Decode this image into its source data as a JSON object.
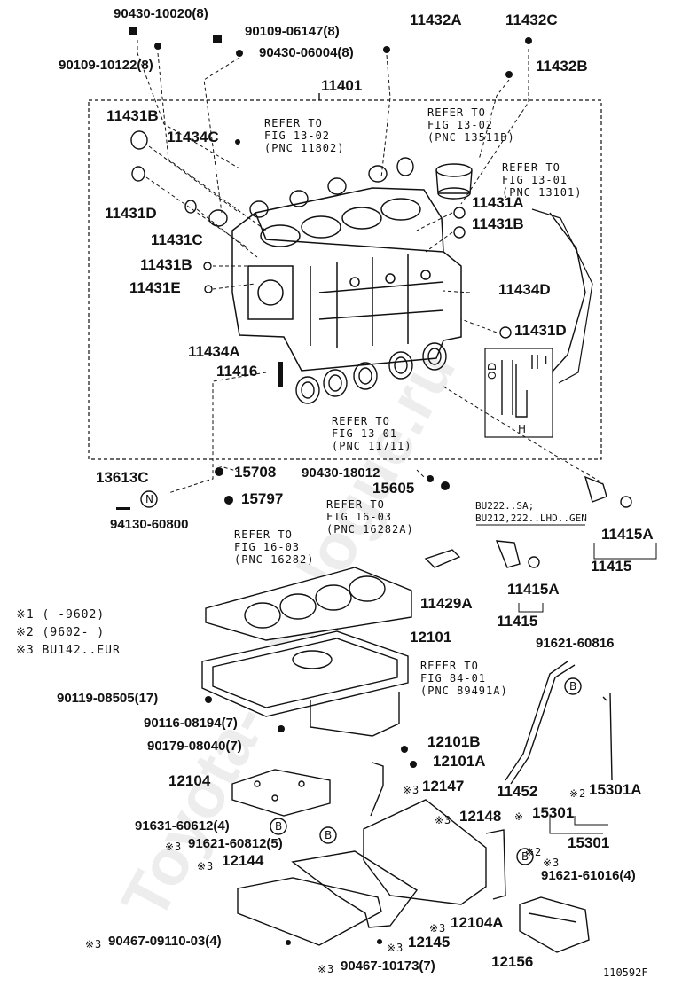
{
  "watermark": "Toyota-Catalogue.ru",
  "diagram_code": "110592F",
  "labels": {
    "l90430_10020": "90430-10020(8)",
    "l90109_06147": "90109-06147(8)",
    "l11432A": "11432A",
    "l11432C": "11432C",
    "l90109_10122": "90109-10122(8)",
    "l90430_06004": "90430-06004(8)",
    "l11432B": "11432B",
    "l11401": "11401",
    "l11431B_top": "11431B",
    "l11434C": "11434C",
    "l11431D_left": "11431D",
    "l11431C": "11431C",
    "l11431B_mid": "11431B",
    "l11431E": "11431E",
    "l11431A": "11431A",
    "l11431B_right": "11431B",
    "l11434D": "11434D",
    "l11431D_right": "11431D",
    "l11434A": "11434A",
    "l11416": "11416",
    "l13613C": "13613C",
    "l15708": "15708",
    "l90430_18012": "90430-18012",
    "l15605": "15605",
    "l15797": "15797",
    "l94130_60800": "94130-60800",
    "l11415A_r": "11415A",
    "l11415_r": "11415",
    "l11415A_m": "11415A",
    "l11415_m": "11415",
    "l11429A": "11429A",
    "l12101": "12101",
    "l91621_60816": "91621-60816",
    "l90119_08505": "90119-08505(17)",
    "l90116_08194": "90116-08194(7)",
    "l90179_08040": "90179-08040(7)",
    "l12101B": "12101B",
    "l12101A": "12101A",
    "l12104": "12104",
    "l12147": "12147",
    "l11452": "11452",
    "l15301A": "15301A",
    "l91631_60612": "91631-60612(4)",
    "l12148": "12148",
    "l15301_a": "15301",
    "l91621_60812": "91621-60812(5)",
    "l15301_b": "15301",
    "l12144": "12144",
    "l91621_61016": "91621-61016(4)",
    "l12104A": "12104A",
    "l90467_09110": "90467-09110-03(4)",
    "l12145": "12145",
    "l12156": "12156",
    "l90467_10173": "90467-10173(7)"
  },
  "marks": {
    "note3": "※3",
    "note2": "※2",
    "note_star": "※",
    "circle_b": "B",
    "circle_n": "N",
    "od": "OD",
    "t": "T",
    "h": "H"
  },
  "refs": {
    "r1_a": "REFER TO",
    "r1_b": "FIG 13-02",
    "r1_c": "(PNC 11802)",
    "r2_a": "REFER TO",
    "r2_b": "FIG 13-02",
    "r2_c": "(PNC 13511B)",
    "r3_a": "REFER TO",
    "r3_b": "FIG 13-01",
    "r3_c": "(PNC 13101)",
    "r4_a": "REFER TO",
    "r4_b": "FIG 13-01",
    "r4_c": "(PNC 11711)",
    "r5_a": "REFER TO",
    "r5_b": "FIG 16-03",
    "r5_c": "(PNC 16282A)",
    "r6_a": "REFER TO",
    "r6_b": "FIG 16-03",
    "r6_c": "(PNC 16282)",
    "r7_a": "REFER TO",
    "r7_b": "FIG 84-01",
    "r7_c": "(PNC 89491A)",
    "bu1": "BU222..SA;",
    "bu2": "BU212,222..LHD..GEN"
  },
  "footnotes": {
    "n1": "※1 (     -9602)",
    "n2": "※2 (9602-     )",
    "n3": "※3 BU142..EUR"
  }
}
